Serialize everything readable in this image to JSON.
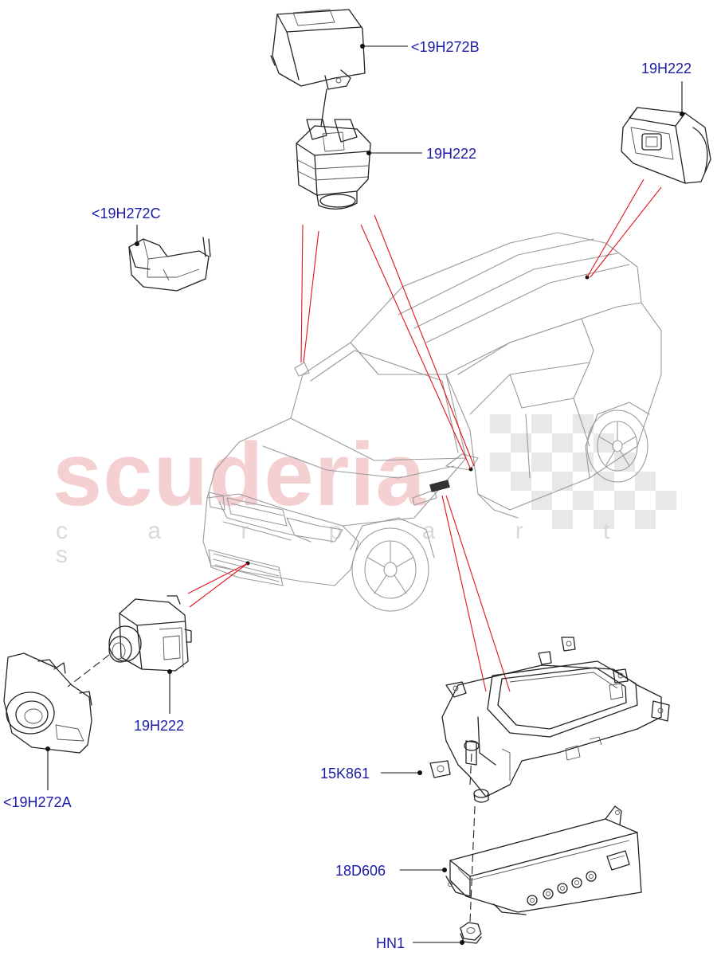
{
  "watermark": {
    "brand": "scuderia",
    "sub": "c a r   p a r t s"
  },
  "callouts": {
    "top_bracket": "<19H272B",
    "top_camera": "19H222",
    "roof_camera": "19H222",
    "side_bracket": "<19H272C",
    "front_camera": "19H222",
    "front_bezel": "<19H272A",
    "module_bracket": "15K861",
    "control_module": "18D606",
    "nut": "HN1"
  },
  "colors": {
    "label": "#1a1aa6",
    "leader": "#111111",
    "pointer": "#e0141e",
    "watermark": "#e8969e"
  }
}
